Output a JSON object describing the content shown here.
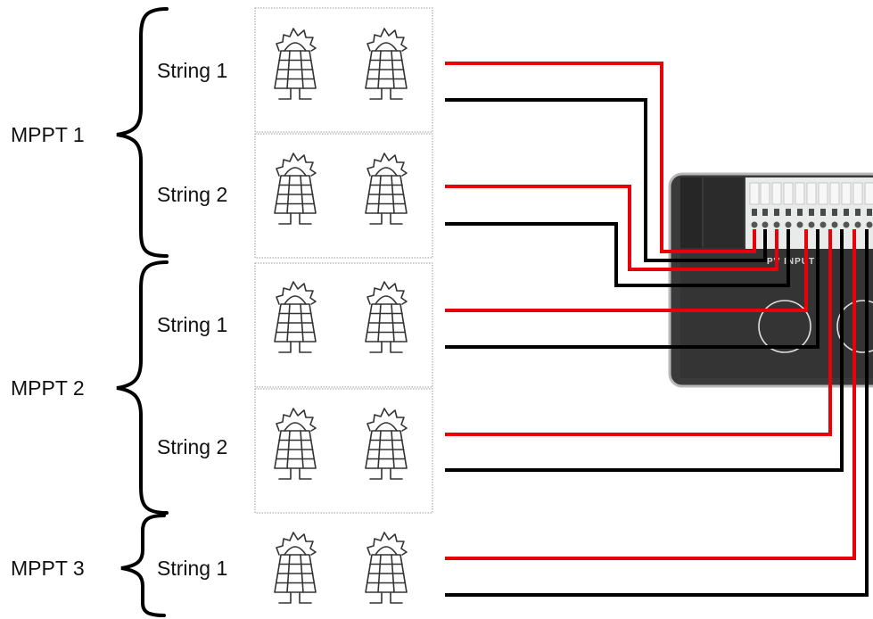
{
  "mppts": [
    {
      "label": "MPPT 1",
      "strings": [
        {
          "label": "String 1"
        },
        {
          "label": "String 2"
        }
      ]
    },
    {
      "label": "MPPT 2",
      "strings": [
        {
          "label": "String 1"
        },
        {
          "label": "String 2"
        }
      ]
    },
    {
      "label": "MPPT 3",
      "strings": [
        {
          "label": "String 1"
        }
      ]
    }
  ],
  "inverter": {
    "label": "PV INPUT"
  },
  "colors": {
    "positive": "#e8000b",
    "negative": "#000000",
    "inverter_body": "#3a3a3a"
  },
  "icons": {
    "solar_panel": "solar-panel-icon",
    "brace": "curly-brace"
  }
}
